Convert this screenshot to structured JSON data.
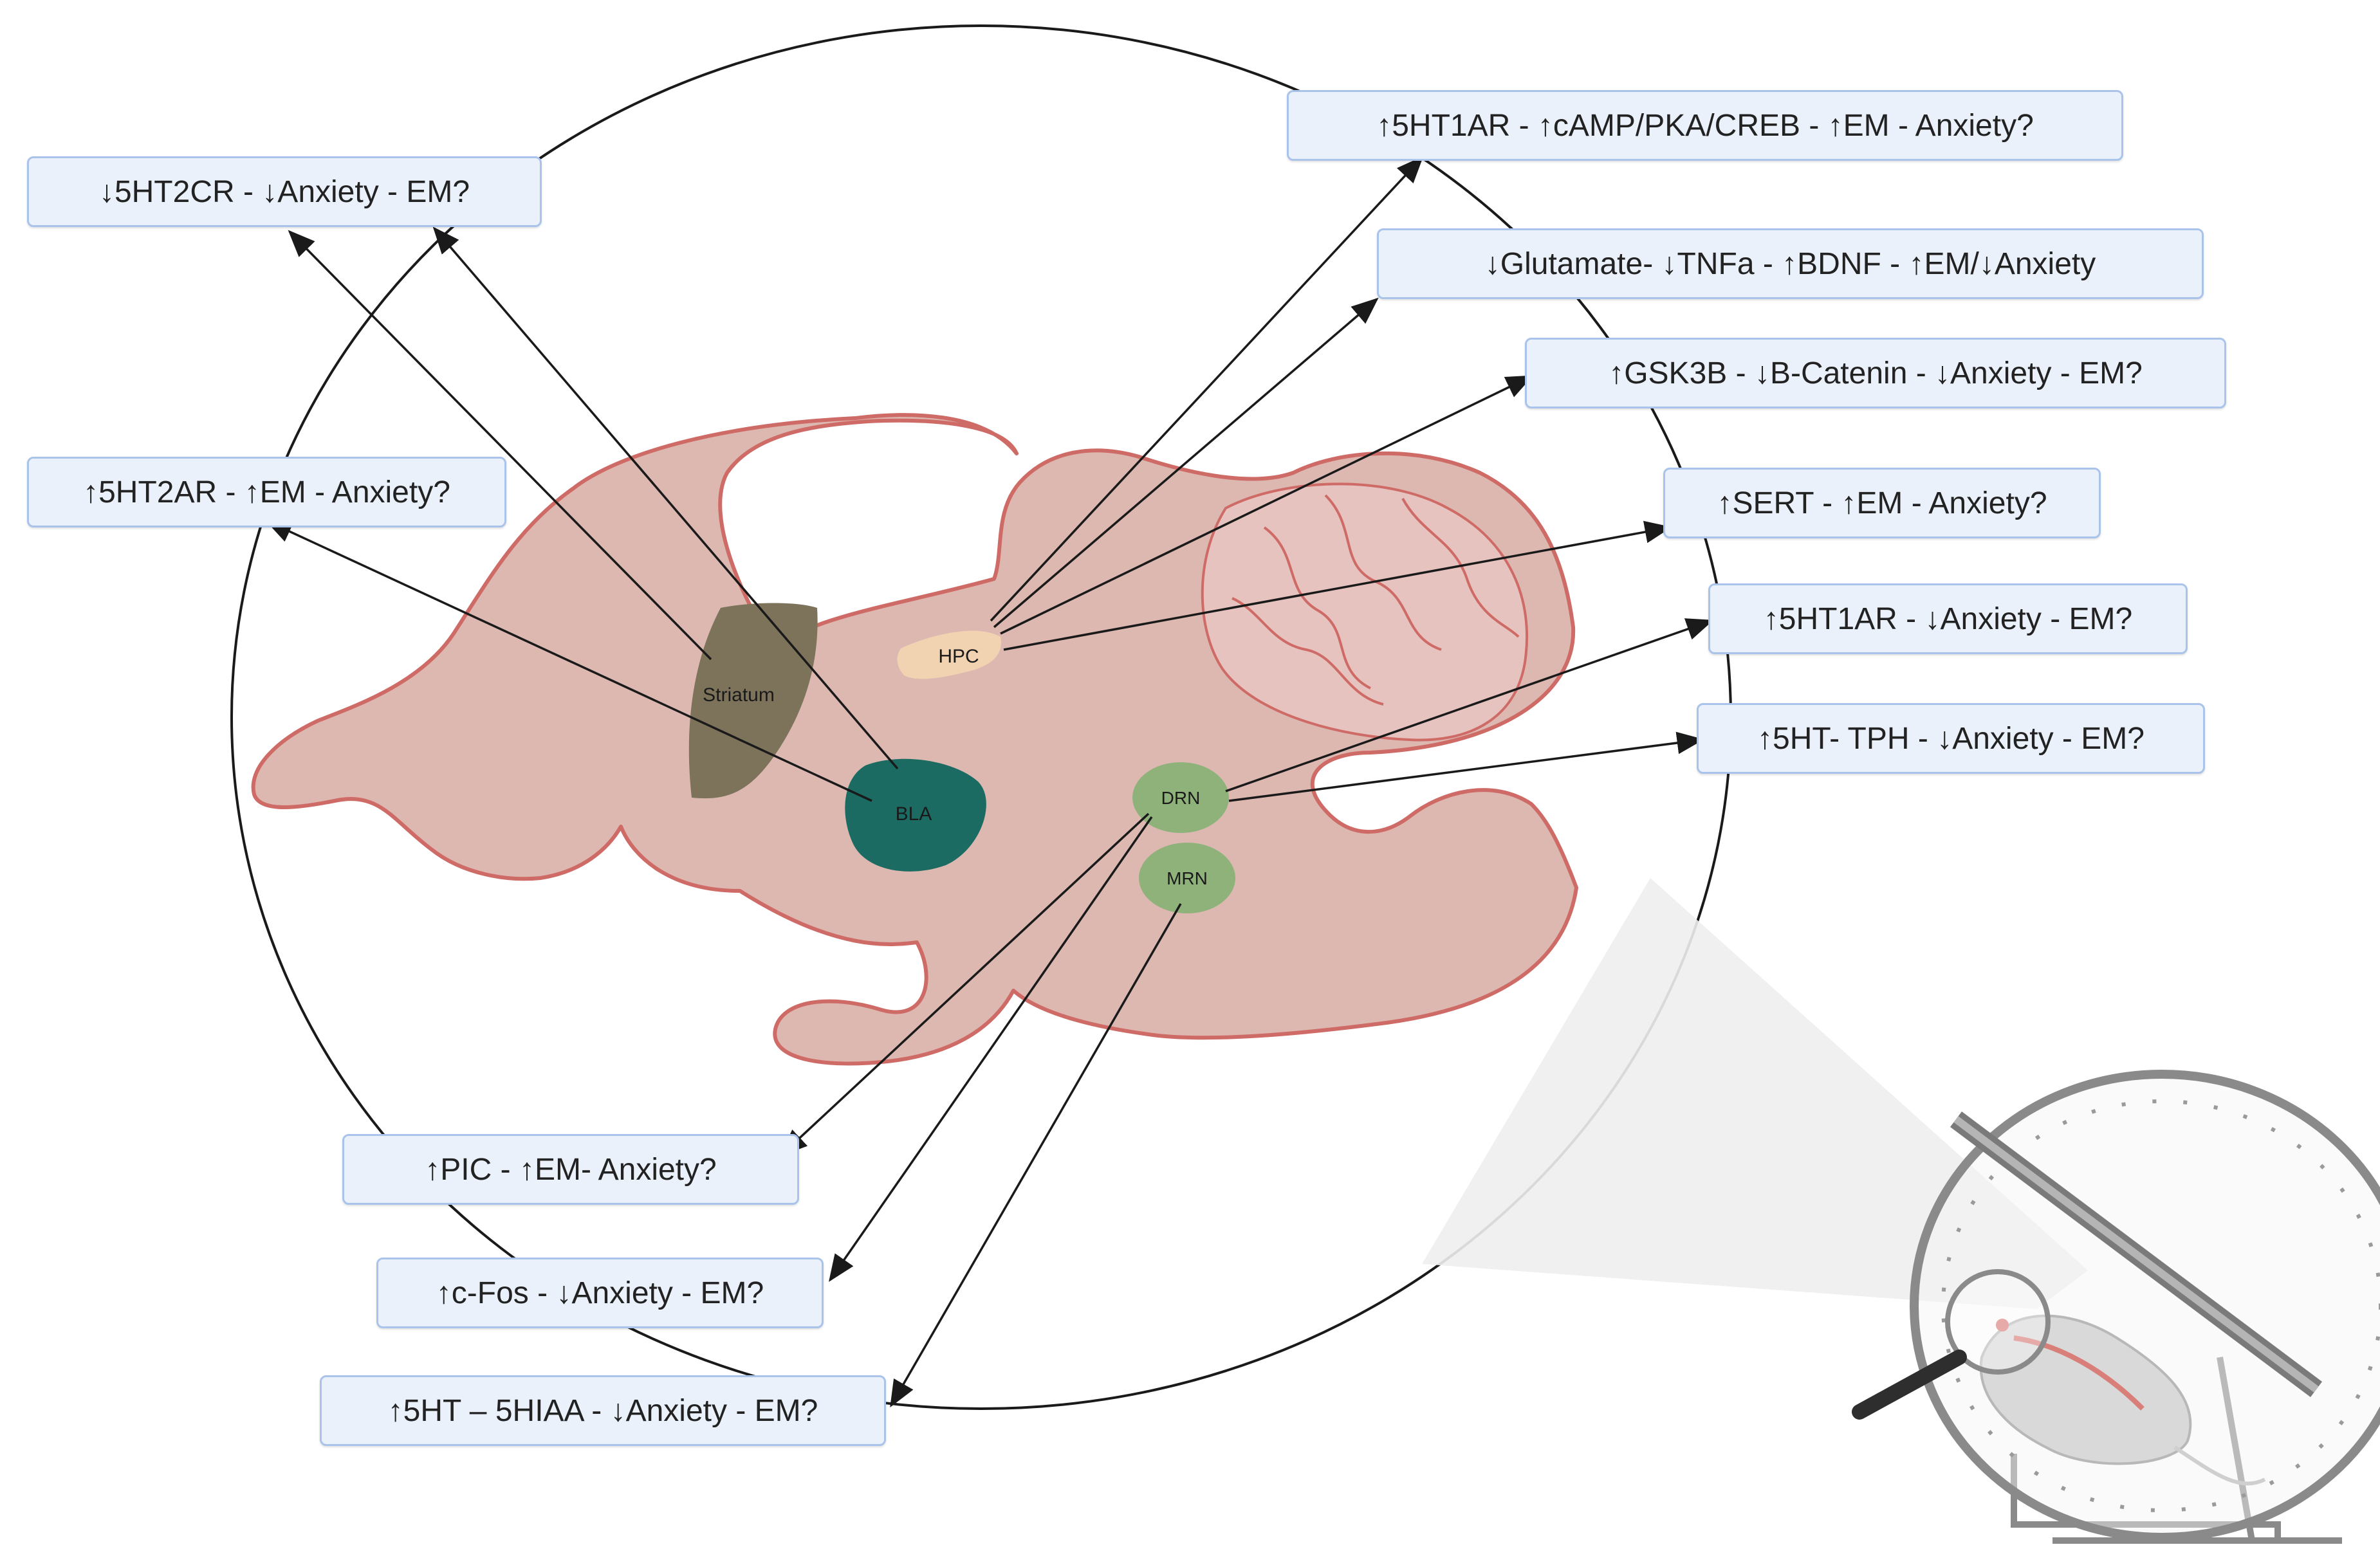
{
  "colors": {
    "brain_fill": "#ddb8b1",
    "brain_outline": "#cf6b66",
    "cerebellum_fill": "#e6c3bf",
    "striatum": "#7d735a",
    "bla": "#1b6b63",
    "hpc": "#f2d3b1",
    "raphe": "#8fb27b",
    "box_fill": "#eaf1fb",
    "box_border": "#a9c3ea"
  },
  "regions": {
    "striatum": "Striatum",
    "hpc": "HPC",
    "bla": "BLA",
    "drn": "DRN",
    "mrn": "MRN"
  },
  "labels": {
    "ht2cr": "↓5HT2CR - ↓Anxiety - EM?",
    "ht2ar": "↑5HT2AR - ↑EM - Anxiety?",
    "ht1ar_camp": "↑5HT1AR - ↑cAMP/PKA/CREB - ↑EM - Anxiety?",
    "glutamate": "↓Glutamate- ↓TNFa - ↑BDNF - ↑EM/↓Anxiety",
    "gsk3b": "↑GSK3B - ↓B-Catenin - ↓Anxiety - EM?",
    "sert": "↑SERT - ↑EM - Anxiety?",
    "ht1ar_anx": "↑5HT1AR - ↓Anxiety - EM?",
    "ht_tph": "↑5HT- TPH - ↓Anxiety - EM?",
    "pic": "↑PIC - ↑EM- Anxiety?",
    "cfos": "↑c-Fos - ↓Anxiety - EM?",
    "ht_hiaa": "↑5HT – 5HIAA - ↓Anxiety - EM?"
  },
  "illustration": {
    "wheel_icon": "running-wheel-icon",
    "mouse_icon": "mouse-icon",
    "magnifier_icon": "magnifier-icon"
  }
}
